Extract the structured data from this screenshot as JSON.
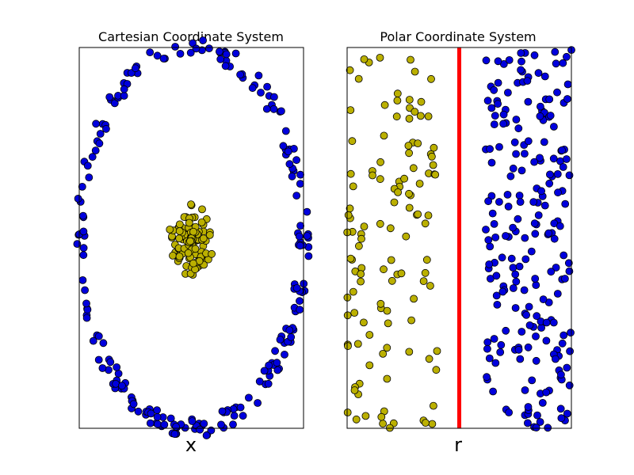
{
  "colors": {
    "outer": "#0000dd",
    "inner": "#bbb000",
    "boundary": "#ff0000"
  },
  "chart_data": [
    {
      "type": "scatter",
      "title": "Cartesian Coordinate System",
      "xlabel": "x",
      "ylabel": "",
      "xlim": [
        -1.0,
        1.0
      ],
      "ylim": [
        -1.0,
        1.0
      ],
      "grid": false,
      "series": [
        {
          "color_key": "outer",
          "shape": "ring",
          "radius_range": [
            0.95,
            1.05
          ],
          "count": 220
        },
        {
          "color_key": "inner",
          "shape": "ring",
          "radius_range": [
            0.0,
            0.2
          ],
          "count": 120
        }
      ]
    },
    {
      "type": "scatter",
      "title": "Polar Coordinate System",
      "xlabel": "r",
      "ylabel": "",
      "xlim": [
        0.0,
        1.1
      ],
      "ylim": [
        0.0,
        6.3
      ],
      "grid": false,
      "boundary_x": 0.55,
      "series": [
        {
          "color_key": "inner",
          "x_range": [
            0.0,
            0.45
          ],
          "count": 120
        },
        {
          "color_key": "outer",
          "x_range": [
            0.68,
            1.1
          ],
          "count": 220
        }
      ]
    }
  ]
}
